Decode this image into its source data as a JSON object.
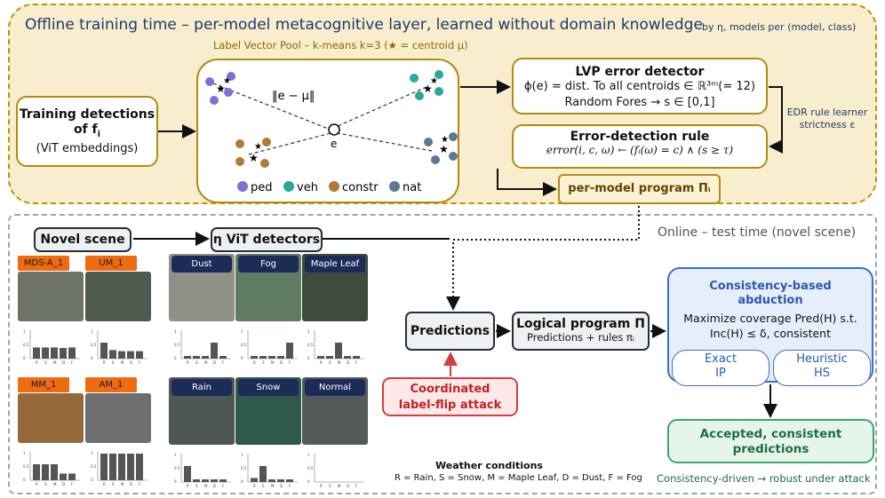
{
  "offline": {
    "title": "Offline training time – per-model metacognitive layer, learned without domain knowledge",
    "by_eta": "by η, models per (model, class)",
    "pool_label": "Label Vector Pool – k-means k=3 (★ = centroid μ)",
    "training_title_1": "Training detections",
    "training_title_2": "of f",
    "training_title_sub": "i",
    "training_sub": "(ViT embeddings)",
    "distance_label": "‖e − μ‖",
    "e_label": "e",
    "legend": [
      {
        "label": "ped",
        "color": "#7f6fd8"
      },
      {
        "label": "veh",
        "color": "#2aa89a"
      },
      {
        "label": "constr",
        "color": "#b07a38"
      },
      {
        "label": "nat",
        "color": "#5c7892"
      }
    ],
    "lvp": {
      "title": "LVP error detector",
      "line1": "ϕ(e) = dist. To all centroids ∈ ℝ³ᵐ(= 12)",
      "line2": "Random Fores → s ∈ [0,1]"
    },
    "edr": {
      "title": "Error-detection rule",
      "formula": "error(i, c, ω) ← (fᵢ(ω) = c) ∧ (s ≥ τ)"
    },
    "program": "per-model program Πᵢ",
    "learner_1": "EDR rule learner",
    "learner_2": "strictness ε"
  },
  "online": {
    "title": "Online – test time (novel scene)",
    "novel_scene": "Novel scene",
    "detectors": "η ViT detectors",
    "predictions": "Predictions",
    "logical_title": "Logical program Π",
    "logical_sub": "Predictions + rules πᵢ",
    "attack_1": "Coordinated",
    "attack_2": "label-flip attack",
    "consistency_title_1": "Consistency-based",
    "consistency_title_2": "abduction",
    "consistency_line1": "Maximize coverage Pred(H) s.t.",
    "consistency_line2": "Inc(H) ≤ δ, consistent",
    "exact_1": "Exact",
    "exact_2": "IP",
    "heuristic_1": "Heuristic",
    "heuristic_2": "HS",
    "accepted_1": "Accepted, consistent",
    "accepted_2": "predictions",
    "robust": "Consistency-driven → robust under attack",
    "weather_title": "Weather conditions",
    "weather_legend": "R = Rain, S = Snow, M = Maple Leaf, D = Dust, F = Fog"
  },
  "scenes": [
    {
      "name": "MDS-A_1",
      "photo": "#6e7368",
      "bars": [
        0.42,
        0.42,
        0.42,
        0.4,
        0.42
      ],
      "ticks": [
        "R",
        "S",
        "M",
        "D",
        "F"
      ]
    },
    {
      "name": "UM_1",
      "photo": "#4f5a4e",
      "bars": [
        0.6,
        0.32,
        0.28,
        0.28,
        0.28
      ],
      "ticks": [
        "R",
        "S",
        "M",
        "D",
        "F"
      ]
    },
    {
      "name": "MM_1",
      "photo": "#96693a",
      "bars": [
        0.6,
        0.6,
        0.6,
        0.25,
        0.25
      ],
      "ticks": [
        "R",
        "S",
        "M",
        "D",
        "F"
      ]
    },
    {
      "name": "AM_1",
      "photo": "#6d6f70",
      "bars": [
        1.0,
        1.0,
        1.0,
        1.0,
        1.0
      ],
      "ticks": [
        "R",
        "S",
        "M",
        "D",
        "F"
      ]
    }
  ],
  "weather": [
    {
      "name": "Dust",
      "photo": "#8f9189",
      "bars": [
        0.1,
        0.1,
        0.1,
        0.6,
        0.1
      ],
      "ticks": [
        "R",
        "S",
        "M",
        "D",
        "F"
      ]
    },
    {
      "name": "Fog",
      "photo": "#5f7b60",
      "bars": [
        0.1,
        0.1,
        0.1,
        0.1,
        0.6
      ],
      "ticks": [
        "R",
        "S",
        "M",
        "D",
        "F"
      ]
    },
    {
      "name": "Maple Leaf",
      "photo": "#3c4b3c",
      "bars": [
        0.1,
        0.1,
        0.6,
        0.1,
        0.1
      ],
      "ticks": [
        "R",
        "S",
        "M",
        "D",
        "F"
      ]
    },
    {
      "name": "Rain",
      "photo": "#4e5752",
      "bars": [
        0.6,
        0.1,
        0.1,
        0.1,
        0.1
      ],
      "ticks": [
        "R",
        "S",
        "M",
        "D",
        "F"
      ]
    },
    {
      "name": "Snow",
      "photo": "#2f5a4b",
      "bars": [
        0.15,
        0.6,
        0.1,
        0.1,
        0.1
      ],
      "ticks": [
        "R",
        "S",
        "M",
        "D",
        "F"
      ]
    },
    {
      "name": "Normal",
      "photo": "#545a5a",
      "bars": [
        0,
        0,
        0,
        0,
        0
      ],
      "ticks": [
        "R",
        "S",
        "M",
        "D",
        "F"
      ]
    }
  ],
  "axis_ticks": [
    "1",
    "0.5",
    "0"
  ],
  "colors": {
    "offline_bg": "#f8edcc",
    "gold": "#b08c14",
    "blue": "#3d6fc4",
    "green": "#3ea468",
    "red": "#d24040",
    "orange_tag": "#ef6b12",
    "navy_tag": "#1b2c57"
  }
}
